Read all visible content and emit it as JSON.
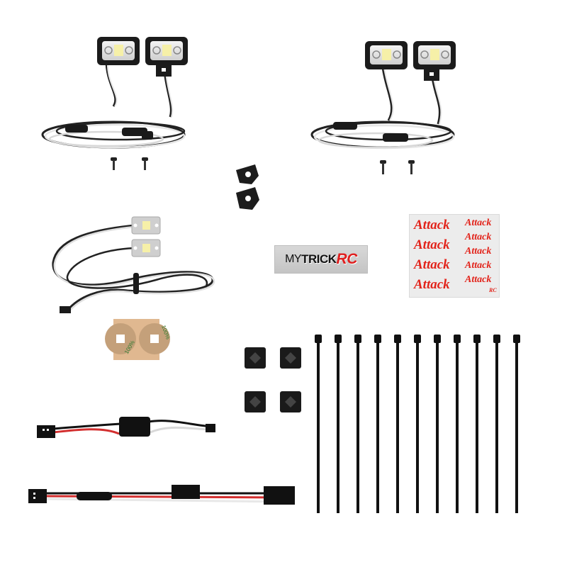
{
  "scene": {
    "type": "product-photo",
    "subject": "RC light kit contents",
    "background": "#ffffff"
  },
  "logo_sticker": {
    "prefix": "MY",
    "brand": "TRICK",
    "suffix": "RC",
    "accent_color": "#e01e1e"
  },
  "decal_sheet": {
    "word": "Attack",
    "large_count": 4,
    "small_count": 5,
    "mark": "RC",
    "color": "#e2231a",
    "large": [
      "Attack",
      "Attack",
      "Attack",
      "Attack"
    ],
    "small": [
      "Attack",
      "Attack",
      "Attack",
      "Attack",
      "Attack"
    ]
  },
  "items": [
    {
      "name": "LED light pod pair (left)",
      "count": 2
    },
    {
      "name": "LED light pod pair (right)",
      "count": 2
    },
    {
      "name": "Mounting screws",
      "count": 4
    },
    {
      "name": "Black mounting brackets",
      "count": 2
    },
    {
      "name": "Flat LED boards with cable",
      "count": 2
    },
    {
      "name": "Double-sided adhesive pads",
      "count": 1
    },
    {
      "name": "Adhesive cable-tie mounts",
      "count": 4
    },
    {
      "name": "Cable ties",
      "count": 11
    },
    {
      "name": "Controller lead",
      "count": 1
    },
    {
      "name": "Servo Y-lead",
      "count": 1
    }
  ]
}
